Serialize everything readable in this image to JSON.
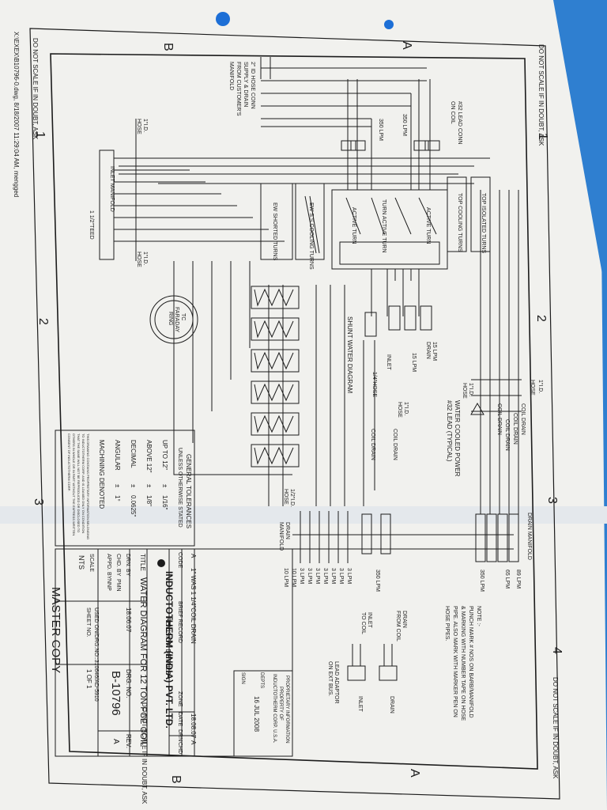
{
  "colors": {
    "paper": "#f1f1ee",
    "ink": "#1c1c1c",
    "stain": "#d8e4ef",
    "pin": "#1d6fd6",
    "background": "#2f7fd0"
  },
  "margin": {
    "file_stamp": "X:\\EXEX\\B10796-0.dwg, 8/18/2007 11:29:04 AM, mengged",
    "do_not_scale_top": "DO NOT SCALE IF IN DOUBT, ASK",
    "do_not_scale_bottom": "DO NOT SCALE IF IN DOUBT, ASK",
    "do_not_scale_right_top": "DO NOT SCALE IF IN DOUBT, ASK",
    "do_not_scale_right_bottom": "DO NOT SCALE IF IN DOUBT, ASK",
    "zone_a": "A",
    "zone_b": "B",
    "num1": "1",
    "num2": "2",
    "num3": "3",
    "num4": "4"
  },
  "labels": {
    "hose_supply": [
      "2\" ID HOSE CONN",
      "SUPPLY & DRAIN",
      "FROM CUSTOMER'S",
      "MANIFOLD"
    ],
    "lead_conn": [
      "#32 LEAD CONN",
      "ON COIL"
    ],
    "flow_350a": "350 LPM",
    "flow_350b": "350 LPM",
    "hose_left_top": [
      "1\"I.D.",
      "HOSE"
    ],
    "inlet_manifold": "INLET MANIFOLD",
    "tee": "1 1/2\"TEED",
    "hose_left_bot": [
      "1\"I.D.",
      "HOSE"
    ],
    "faraday": [
      "TC",
      "FARADAY",
      "RING"
    ],
    "ew_shorted": "EW SHORTED TURNS",
    "ew_cooling": "EW S.S.COOLING TURNS",
    "active_1": "ACTIVE TURN",
    "active_2": "TURN ACTIVE TURN",
    "active_3": "ACTIVE TURN",
    "top_cooling": "TOP COOLING TURNS",
    "top_isolated": "TOP ISOLATED TURNS",
    "shunt": "SHUNT WATER DIAGRAM",
    "inlet_mid": "INLET",
    "drain_15": [
      "15 LPM",
      "DRAIN"
    ],
    "lpm_15": "15 LPM",
    "hose_quarter": "1/4\"HOSE",
    "water_cooled": [
      "WATER COOLED POWER",
      "#32 LEAD (TYPICAL)"
    ],
    "hose_1id": [
      "1\"I.D.",
      "HOSE"
    ],
    "coil_drain_a": "COIL DRAIN",
    "coil_drain_b": "COIL DRAIN",
    "hose_right": [
      "1\"I.D.",
      "HOSE"
    ],
    "coil_drain_list": [
      "COIL DRAIN",
      "COIL DRAIN",
      "COIL DRAIN",
      "COIL DRAIN"
    ],
    "hose_1id_top": [
      "1\"I.D.",
      "HOSE"
    ],
    "hose_half": [
      "1/2\"I.D.",
      "HOSE"
    ],
    "drain_manifold": "DRAIN MANIFOLD",
    "drain_manifold_side": [
      "DRAIN",
      "MANIFOLD"
    ],
    "drain_flows": [
      "89 LPM",
      "65 LPM",
      "350 LPM",
      "350 LPM"
    ],
    "lpm_column": [
      "3 LPM",
      "3 LPM",
      "3 LPM",
      "3 LPM",
      "3 LPM",
      "3 LPM",
      "3 LPM",
      "10 LPM",
      "10 LPM"
    ],
    "note": [
      "NOTE :-",
      "PUNCH MARK # NOS ON BARB/MANIFOLD",
      "& MARKING WITH NUMBER TAPE ON HOSE",
      "PIPE. ALSO MARK WITH MARKER PEN ON",
      "HOSE PIPES."
    ],
    "drain_from_coil": [
      "DRAIN",
      "FROM COIL"
    ],
    "inlet_to_coil": [
      "INLET",
      "TO COIL"
    ],
    "lead_adaptor": [
      "LEAD ADAPTOR",
      "ON EXT BUS."
    ],
    "drain_word": "DRAIN",
    "inlet_word": "INLET"
  },
  "tolerances": {
    "title": "GENERAL TOLERANCES",
    "subtitle": "UNLESS OTHERWISE STATED",
    "rows": [
      [
        "UP TO 12\"",
        "±",
        "1/16\""
      ],
      [
        "ABOVE 12\"",
        "±",
        "1/8\""
      ],
      [
        "DECIMAL",
        "±",
        "0.0625\""
      ],
      [
        "ANGULAR",
        "±",
        "1°"
      ]
    ],
    "machining": "MACHINING DENOTED",
    "fineprint": [
      "THIS DRAWING CONTAINS PROPRIETARY INFORMATION BELONGING",
      "TO INDUCTOTHERM CORP. AND IS LOANED ONLY ON CONDITION",
      "THAT THE SAME WILL NOT BE REPRODUCED OR DISCLOSED TO",
      "OTHERS IN WHOLE OR IN PART WITHOUT THE EXPRESS WRITTEN",
      "CONSENT OF INDUCTOTHERM CORP."
    ]
  },
  "revision": {
    "row_code": "A",
    "row_record": "1\" WAS 1 1/4\"COIL DRAIN",
    "row_date": "18.08.07",
    "row_sign": "A",
    "col_code": "CODE",
    "col_brief": "BRIEF RECORD",
    "col_zone": "ZONE",
    "col_date": "DATE",
    "col_drn": "DRN",
    "col_chd": "CHD",
    "revision_details": "REVISION DETAILS"
  },
  "titleblock": {
    "company": "INDUCTOTHERM (INDIA) PVT. LTD.",
    "title_label": "TITLE",
    "title": "WATER DIAGRAM FOR 12 TON FCE COIL",
    "drn_by": "DRN. BY",
    "chd_by": "CHD. BY",
    "chd_value": "PMN",
    "appd_by": "APPD. BY",
    "appd_value": "NNP",
    "date1": "18.06.07",
    "drg_no_label": "DRG. NO.",
    "drg_no": "B-10796",
    "rev_label": "REV.",
    "rev": "A",
    "used_on": "USED ON/DRG.NO.:310646/AD-5910",
    "scale_label": "SCALE",
    "scale": "NTS",
    "sheet_label": "SHEET NO.",
    "sheet": "1 OF 1",
    "master_copy": "MASTER COPY",
    "proprietary": [
      "PROPRIETARY INFORMATION",
      "PROPERTY OF",
      "INDUCTOTHERM CORP. U.S.A."
    ],
    "stamp_date": "16 JUL 2008",
    "depts": "DEPTS",
    "sign": "SIGN"
  }
}
